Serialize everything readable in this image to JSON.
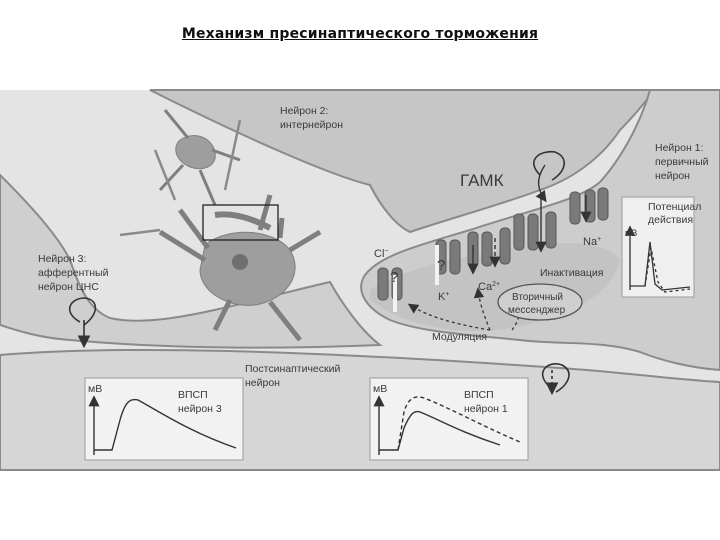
{
  "title": "Механизм пресинаптического торможения",
  "labels": {
    "neuron2": [
      "Нейрон 2:",
      "интернейрон"
    ],
    "neuron1": [
      "Нейрон 1:",
      "первичный",
      "нейрон"
    ],
    "neuron3": [
      "Нейрон 3:",
      "афферентный",
      "нейрон ЦНС"
    ],
    "gaba": "ГАМК",
    "cl": "Cl",
    "cl_sup": "−",
    "k": "K",
    "k_sup": "+",
    "ca": "Ca",
    "ca_sup": "2+",
    "na": "Na",
    "na_sup": "+",
    "question": "?",
    "inactivation": "Инактивация",
    "second_messenger": [
      "Вторичный",
      "мессенджер"
    ],
    "modulation": "Модуляция",
    "action_potential": [
      "Потенциал",
      "действия"
    ],
    "postsynaptic": [
      "Постсинаптический",
      "нейрон"
    ]
  },
  "graphs": {
    "mv": "мВ",
    "epsp": "ВПСП",
    "epsp_neuron3": "нейрон 3",
    "epsp_neuron1": "нейрон 1"
  },
  "colors": {
    "background": "#e4e4e4",
    "neuron_fill": "#c8c8c8",
    "neuron_dark": "#8c8c8c",
    "channel": "#7a7a7a",
    "text": "#3a3a3a"
  }
}
